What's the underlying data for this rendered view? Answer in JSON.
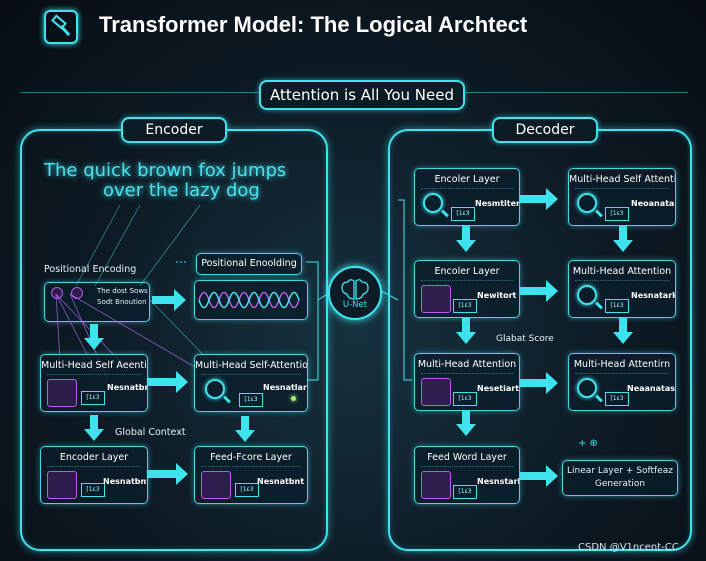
{
  "header": {
    "title": "Transformer Model: The Logical Archtect"
  },
  "banner": {
    "label": "Attention is All You Need"
  },
  "encoder": {
    "label": "Encoder",
    "sentence": [
      "The quick brown fox jumps",
      "over the lazy dog"
    ],
    "pos_label": "Positional Encoding",
    "pos_box_label": "Positional Enoolding",
    "token_box_lines": [
      "The dost Sows",
      "Sodt Bnoution"
    ],
    "mh_left_title": "Multi-Head Self Aeention",
    "mh_right_title": "Multi-Head Self-Attention",
    "global_context": "Global Context",
    "enc_layer_title": "Encoder Layer",
    "ff_title": "Feed-Fcore Layer",
    "node_text": "Nesnatbnt",
    "node_text_b": "Nesnatlark",
    "chip": "[1ε3"
  },
  "center": {
    "unet_label": "U-Net"
  },
  "decoder": {
    "label": "Decoder",
    "boxes": {
      "enc1": "Encoler Layer",
      "enc2": "Encoler Layer",
      "mhsa": "Multi-Head Self Attention",
      "mha": "Multi-Head Attention",
      "mha_left": "Multi-Head Attention",
      "mha_right": "Multi-Head Attentirn",
      "fwl": "Feed Word Layer",
      "linear": [
        "Linear Layer + Softfeaz",
        "Generation"
      ]
    },
    "node_texts": [
      "Nesmtitert",
      "Neoanatas",
      "Newitort",
      "Nesnatark",
      "Nesetiart",
      "Neaanatask",
      "Nesnstark"
    ],
    "global_score": "Glabat Score",
    "plus_label": "+ ⊕"
  },
  "watermark": "CSDN @V1ncent-CC",
  "colors": {
    "accent": "#3fe3ee",
    "bg": "#0d1a24",
    "text": "#ffffff",
    "node_purple": "#b55ce6",
    "status_green": "#9cf36f"
  }
}
